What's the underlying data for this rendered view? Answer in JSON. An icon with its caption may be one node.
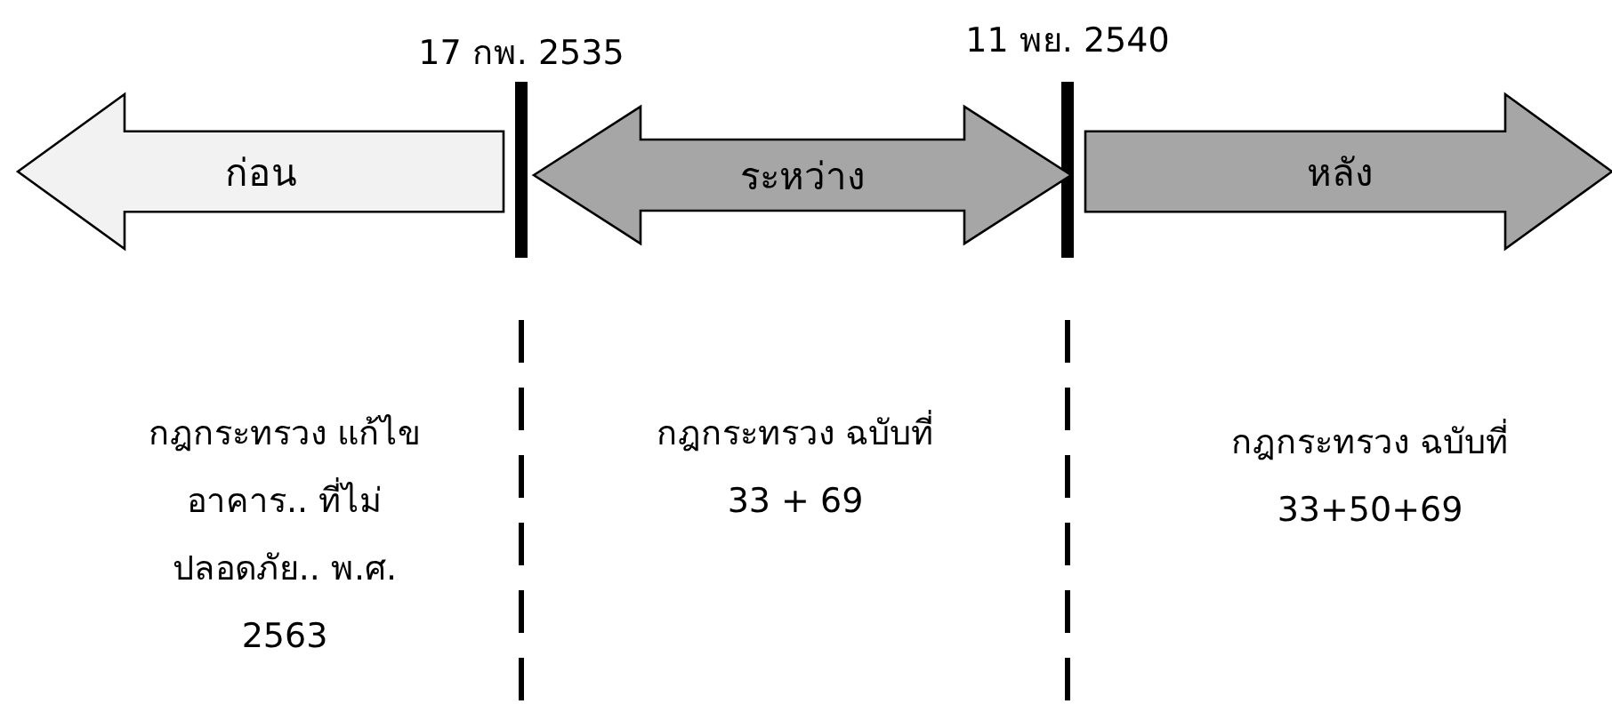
{
  "diagram": {
    "nodes": [
      {
        "text": [
          "ก่อน"
        ]
      },
      {
        "text": [
          "ระหว่าง"
        ]
      },
      {
        "text": [
          "หลัง"
        ]
      }
    ],
    "labels": [
      "17 กพ. 2535",
      "11 พย. 2540",
      "กฎกระทรวง แก้ไขอาคาร.. ที่ไม่ปลอดภัย.. พ.ศ. 2563",
      "กฎกระทรวง ฉบับที่ 33 + 69",
      "กฎกระทรวง ฉบับที่ 33+50+69"
    ]
  }
}
